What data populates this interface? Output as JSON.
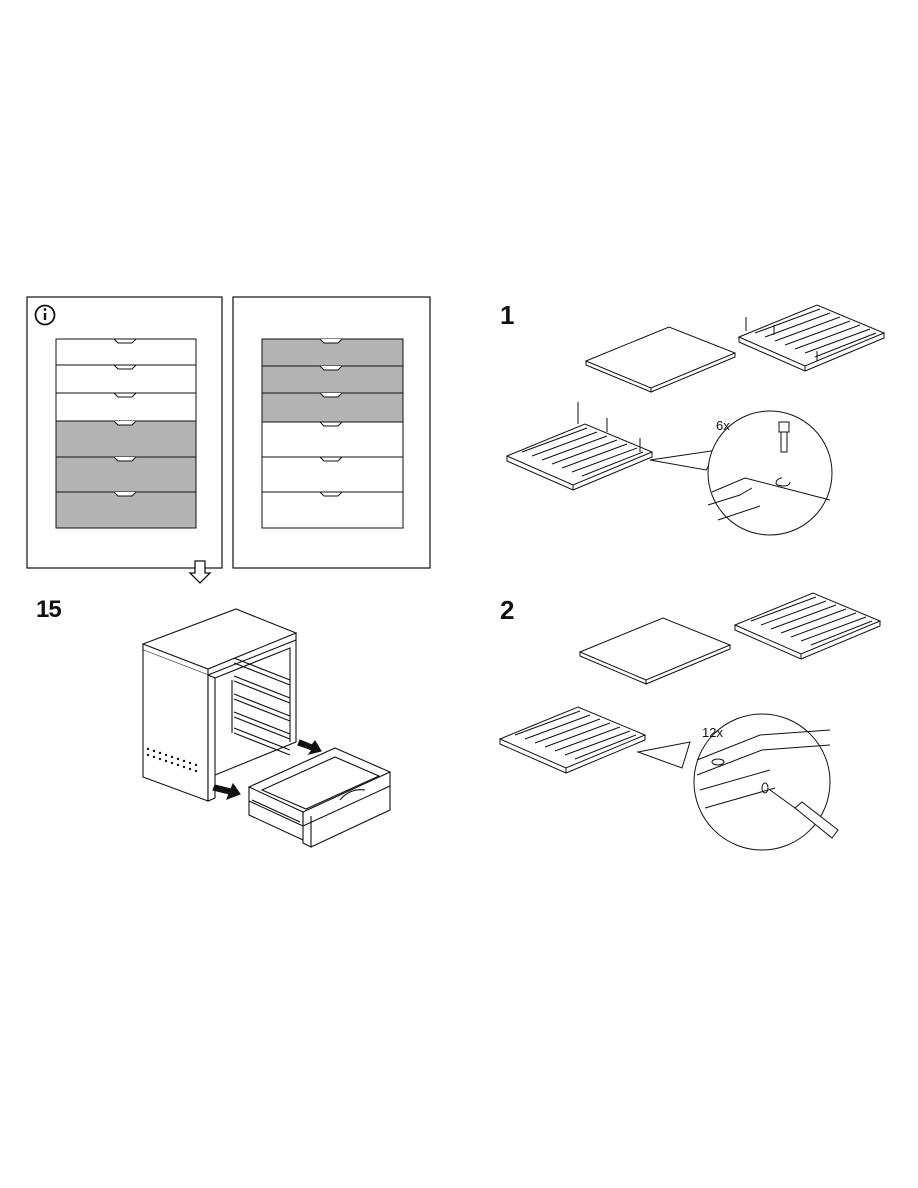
{
  "page_left": {
    "info_icon": "info-icon",
    "drawer_panel_a": {
      "drawer_count": 6,
      "shaded_drawers": [
        4,
        5,
        6
      ]
    },
    "drawer_panel_b": {
      "drawer_count": 6,
      "shaded_drawers": [
        1,
        2,
        3
      ]
    },
    "arrow_icon": "down-arrow-icon",
    "step": {
      "number": "15"
    }
  },
  "page_right": {
    "step1": {
      "number": "1",
      "quantity": "6x"
    },
    "step2": {
      "number": "2",
      "quantity": "12x"
    }
  },
  "colors": {
    "line": "#111111",
    "shade": "#b3b3b3",
    "paper": "#ffffff"
  }
}
